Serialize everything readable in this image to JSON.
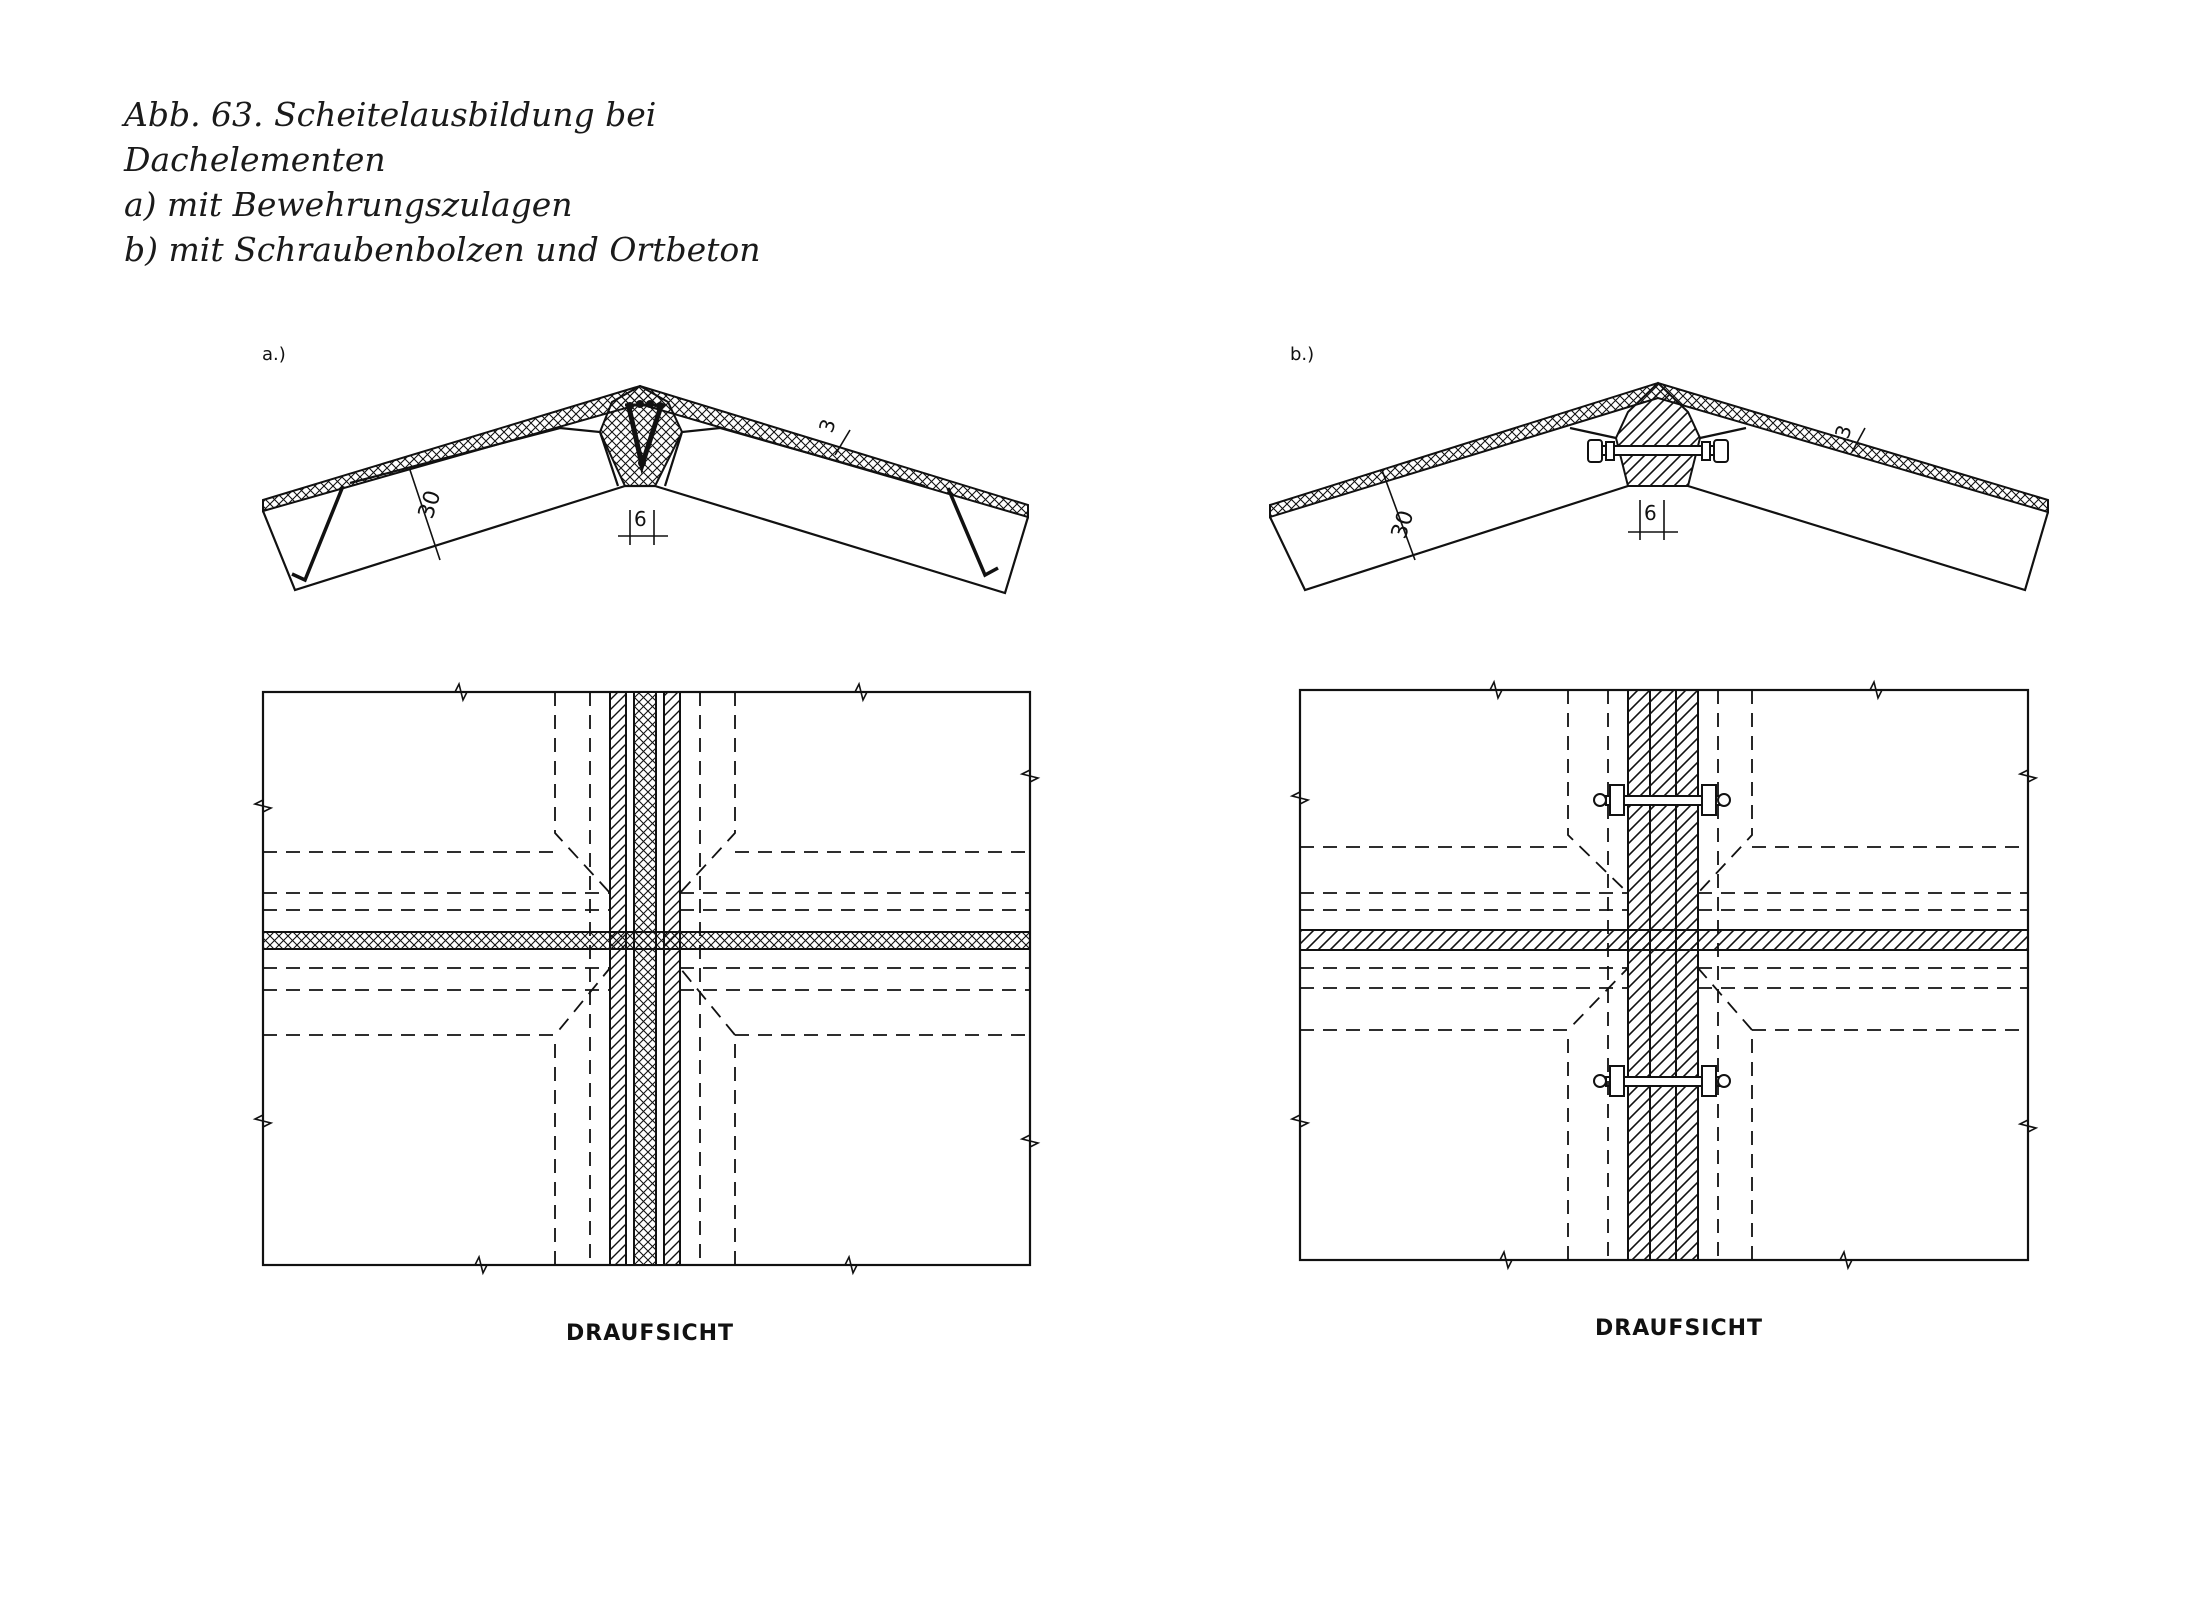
{
  "caption": {
    "line1": "Abb. 63. Scheitelausbildung bei",
    "line2": "Dachelementen",
    "line3": "a) mit Bewehrungszulagen",
    "line4": "b) mit Schraubenbolzen und Ortbeton"
  },
  "panel_a": {
    "label": "a.)",
    "dim_thickness": "30",
    "dim_topping": "3",
    "dim_gap": "6",
    "plan_title": "DRAUFSICHT"
  },
  "panel_b": {
    "label": "b.)",
    "dim_thickness": "30",
    "dim_topping": "3",
    "dim_gap": "6",
    "plan_title": "DRAUFSICHT"
  }
}
